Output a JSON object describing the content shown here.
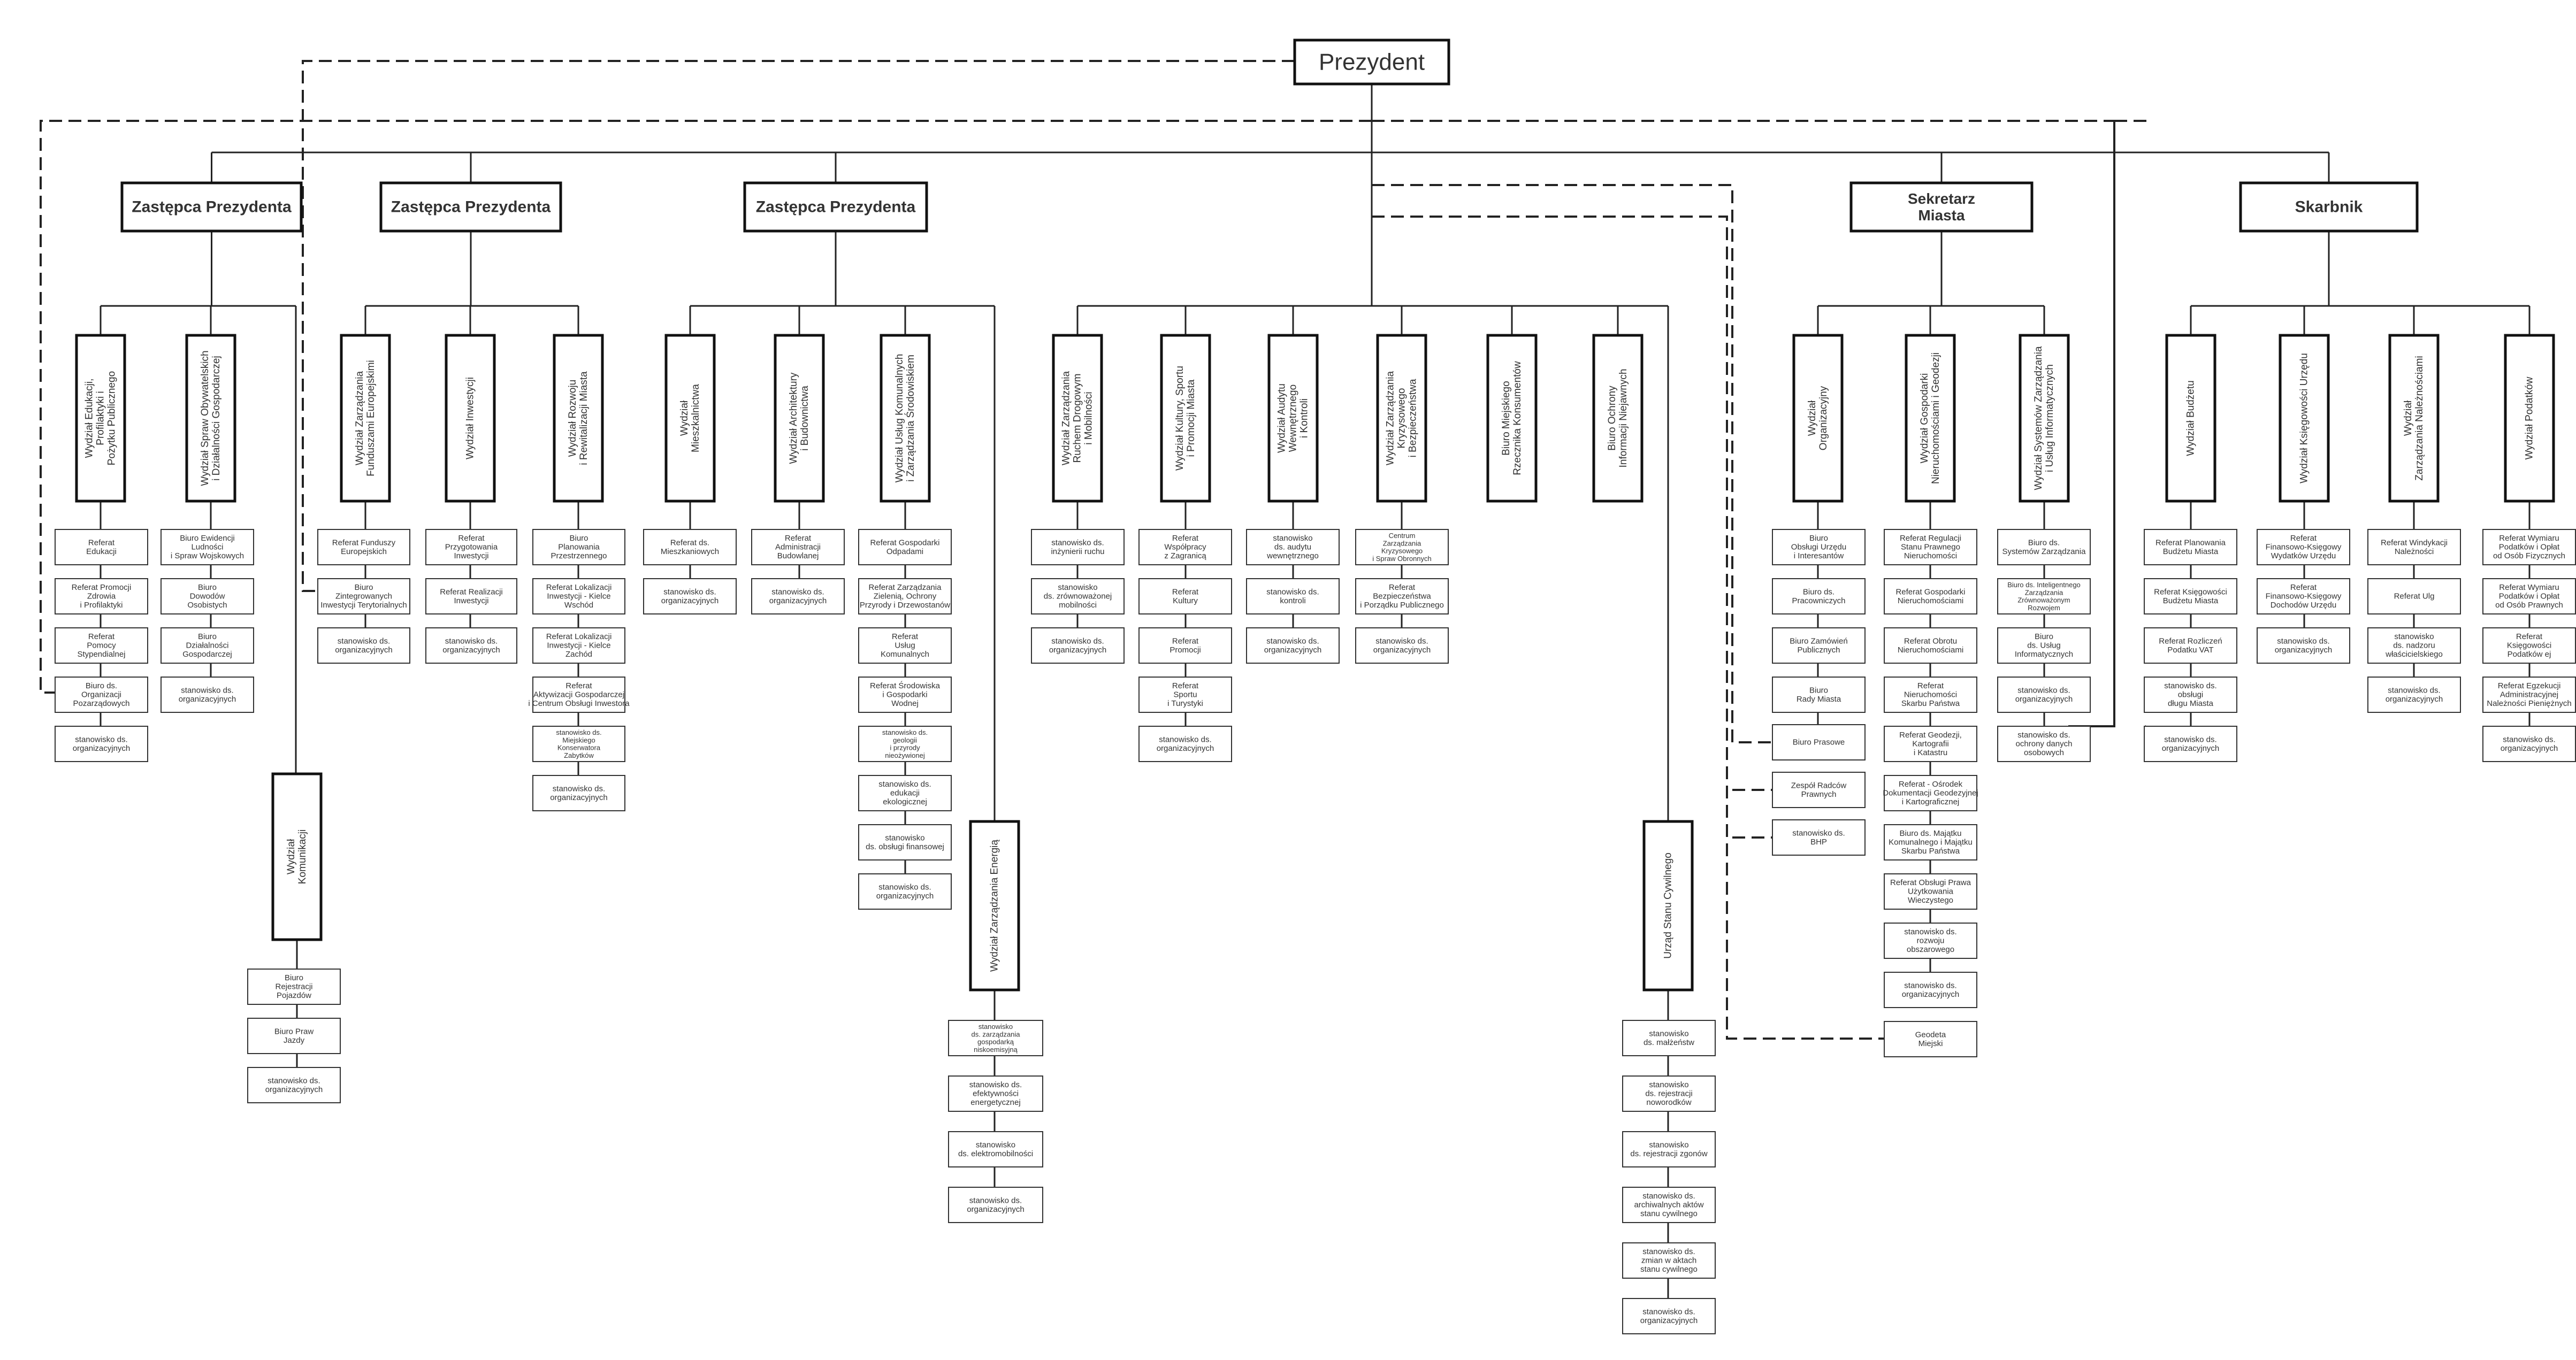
{
  "president": "Prezydent",
  "leaders": [
    {
      "title": [
        "Zastępca Prezydenta"
      ]
    },
    {
      "title": [
        "Zastępca Prezydenta"
      ]
    },
    {
      "title": [
        "Zastępca Prezydenta"
      ]
    },
    {
      "title": [
        "Sekretarz",
        "Miasta"
      ]
    },
    {
      "title": [
        "Skarbnik"
      ]
    }
  ],
  "departments": [
    {
      "title": [
        "Wydział Edukacji,",
        "Profilaktyki i",
        "Pożytku Publicznego"
      ],
      "units": [
        [
          "Referat",
          "Edukacji"
        ],
        [
          "Referat Promocji",
          "Zdrowia",
          "i Profilaktyki"
        ],
        [
          "Referat",
          "Pomocy",
          "Stypendialnej"
        ],
        [
          "Biuro ds.",
          "Organizacji",
          "Pozarządowych"
        ],
        [
          "stanowisko ds.",
          "organizacyjnych"
        ]
      ]
    },
    {
      "title": [
        "Wydział Spraw Obywatelskich",
        "i Działalności Gospodarczej"
      ],
      "units": [
        [
          "Biuro Ewidencji",
          "Ludności",
          "i Spraw Wojskowych"
        ],
        [
          "Biuro",
          "Dowodów",
          "Osobistych"
        ],
        [
          "Biuro",
          "Działalności",
          "Gospodarczej"
        ],
        [
          "stanowisko ds.",
          "organizacyjnych"
        ]
      ]
    },
    {
      "title": [
        "Wydział",
        "Komunikacji"
      ],
      "units": [
        [
          "Biuro",
          "Rejestracji",
          "Pojazdów"
        ],
        [
          "Biuro Praw",
          "Jazdy"
        ],
        [
          "stanowisko ds.",
          "organizacyjnych"
        ]
      ]
    },
    {
      "title": [
        "Wydział Zarządzania",
        "Funduszami Europejskimi"
      ],
      "units": [
        [
          "Referat Funduszy",
          "Europejskich"
        ],
        [
          "Biuro",
          "Zintegrowanych",
          "Inwestycji Terytorialnych"
        ],
        [
          "stanowisko ds.",
          "organizacyjnych"
        ]
      ]
    },
    {
      "title": [
        "Wydział Inwestycji"
      ],
      "units": [
        [
          "Referat",
          "Przygotowania",
          "Inwestycji"
        ],
        [
          "Referat Realizacji",
          "Inwestycji"
        ],
        [
          "stanowisko ds.",
          "organizacyjnych"
        ]
      ]
    },
    {
      "title": [
        "Wydział Rozwoju",
        "i Rewitalizacji Miasta"
      ],
      "units": [
        [
          "Biuro",
          "Planowania",
          "Przestrzennego"
        ],
        [
          "Referat Lokalizacji",
          "Inwestycji - Kielce",
          "Wschód"
        ],
        [
          "Referat Lokalizacji",
          "Inwestycji - Kielce",
          "Zachód"
        ],
        [
          "Referat",
          "Aktywizacji Gospodarczej",
          "i Centrum Obsługi Inwestora"
        ],
        [
          "stanowisko ds.",
          "Miejskiego",
          "Konserwatora",
          "Zabytków"
        ],
        [
          "stanowisko ds.",
          "organizacyjnych"
        ]
      ]
    },
    {
      "title": [
        "Wydział",
        "Mieszkalnictwa"
      ],
      "units": [
        [
          "Referat ds.",
          "Mieszkaniowych"
        ],
        [
          "stanowisko ds.",
          "organizacyjnych"
        ]
      ]
    },
    {
      "title": [
        "Wydział Architektury",
        "i Budownictwa"
      ],
      "units": [
        [
          "Referat",
          "Administracji",
          "Budowlanej"
        ],
        [
          "stanowisko ds.",
          "organizacyjnych"
        ]
      ]
    },
    {
      "title": [
        "Wydział Usług Komunalnych",
        "i Zarządzania Środowiskiem"
      ],
      "units": [
        [
          "Referat Gospodarki",
          "Odpadami"
        ],
        [
          "Referat Zarządzania",
          "Zielenią, Ochrony",
          "Przyrody i Drzewostanów"
        ],
        [
          "Referat",
          "Usług",
          "Komunalnych"
        ],
        [
          "Referat Środowiska",
          "i Gospodarki",
          "Wodnej"
        ],
        [
          "stanowisko ds.",
          "geologii",
          "i przyrody",
          "nieożywionej"
        ],
        [
          "stanowisko ds.",
          "edukacji",
          "ekologicznej"
        ],
        [
          "stanowisko",
          "ds. obsługi finansowej"
        ],
        [
          "stanowisko ds.",
          "organizacyjnych"
        ]
      ]
    },
    {
      "title": [
        "Wydział Zarządzania Energią"
      ],
      "units": [
        [
          "stanowisko",
          "ds. zarządzania",
          "gospodarką",
          "niskoemisyjną"
        ],
        [
          "stanowisko ds.",
          "efektywności",
          "energetycznej"
        ],
        [
          "stanowisko",
          "ds. elektromobilności"
        ],
        [
          "stanowisko ds.",
          "organizacyjnych"
        ]
      ]
    },
    {
      "title": [
        "Wydział Zarządzania",
        "Ruchem Drogowym",
        "i Mobilności"
      ],
      "units": [
        [
          "stanowisko ds.",
          "inżynierii ruchu"
        ],
        [
          "stanowisko",
          "ds. zrównoważonej",
          "mobilności"
        ],
        [
          "stanowisko ds.",
          "organizacyjnych"
        ]
      ]
    },
    {
      "title": [
        "Wydział Kultury, Sportu",
        "i Promocji Miasta"
      ],
      "units": [
        [
          "Referat",
          "Współpracy",
          "z Zagranicą"
        ],
        [
          "Referat",
          "Kultury"
        ],
        [
          "Referat",
          "Promocji"
        ],
        [
          "Referat",
          "Sportu",
          "i Turystyki"
        ],
        [
          "stanowisko ds.",
          "organizacyjnych"
        ]
      ]
    },
    {
      "title": [
        "Wydział Audytu",
        "Wewnętrznego",
        "i Kontroli"
      ],
      "units": [
        [
          "stanowisko",
          "ds. audytu",
          "wewnętrznego"
        ],
        [
          "stanowisko ds.",
          "kontroli"
        ],
        [
          "stanowisko ds.",
          "organizacyjnych"
        ]
      ]
    },
    {
      "title": [
        "Wydział Zarządzania",
        "Kryzysowego",
        "i Bezpieczeństwa"
      ],
      "units": [
        [
          "Centrum",
          "Zarządzania",
          "Kryzysowego",
          "i Spraw Obronnych"
        ],
        [
          "Referat",
          "Bezpieczeństwa",
          "i Porządku Publicznego"
        ],
        [
          "stanowisko ds.",
          "organizacyjnych"
        ]
      ]
    },
    {
      "title": [
        "Biuro Miejskiego",
        "Rzecznika Konsumentów"
      ],
      "units": []
    },
    {
      "title": [
        "Biuro Ochrony",
        "Informacji Niejawnych"
      ],
      "units": []
    },
    {
      "title": [
        "Urząd Stanu Cywilnego"
      ],
      "units": [
        [
          "stanowisko",
          "ds. małżeństw"
        ],
        [
          "stanowisko",
          "ds. rejestracji",
          "noworodków"
        ],
        [
          "stanowisko",
          "ds. rejestracji zgonów"
        ],
        [
          "stanowisko ds.",
          "archiwalnych aktów",
          "stanu cywilnego"
        ],
        [
          "stanowisko ds.",
          "zmian w aktach",
          "stanu cywilnego"
        ],
        [
          "stanowisko ds.",
          "organizacyjnych"
        ]
      ]
    },
    {
      "title": [
        "Wydział",
        "Organizacyjny"
      ],
      "units": [
        [
          "Biuro",
          "Obsługi Urzędu",
          "i Interesantów"
        ],
        [
          "Biuro ds.",
          "Pracowniczych"
        ],
        [
          "Biuro Zamówień",
          "Publicznych"
        ],
        [
          "Biuro",
          "Rady Miasta"
        ]
      ]
    },
    {
      "title": [
        "Wydział Gospodarki",
        "Nieruchomościami i Geodezji"
      ],
      "units": [
        [
          "Referat Regulacji",
          "Stanu Prawnego",
          "Nieruchomości"
        ],
        [
          "Referat Gospodarki",
          "Nieruchomościami"
        ],
        [
          "Referat Obrotu",
          "Nieruchomościami"
        ],
        [
          "Referat",
          "Nieruchomości",
          "Skarbu Państwa"
        ],
        [
          "Referat Geodezji,",
          "Kartografii",
          "i Katastru"
        ],
        [
          "Referat - Ośrodek",
          "Dokumentacji Geodezyjnej",
          "i Kartograficznej"
        ],
        [
          "Biuro ds. Majątku",
          "Komunalnego i Majątku",
          "Skarbu Państwa"
        ],
        [
          "Referat Obsługi Prawa",
          "Użytkowania",
          "Wieczystego"
        ],
        [
          "stanowisko ds.",
          "rozwoju",
          "obszarowego"
        ],
        [
          "stanowisko ds.",
          "organizacyjnych"
        ]
      ]
    },
    {
      "title": [
        "Wydział Systemów Zarządzania",
        "i Usług Informatycznych"
      ],
      "units": [
        [
          "Biuro ds.",
          "Systemów Zarządzania"
        ],
        [
          "Biuro ds. Inteligentnego",
          "Zarządzania",
          "Zrównoważonym",
          "Rozwojem"
        ],
        [
          "Biuro",
          "ds. Usług",
          "Informatycznych"
        ],
        [
          "stanowisko ds.",
          "organizacyjnych"
        ],
        [
          "stanowisko ds.",
          "ochrony danych",
          "osobowych"
        ]
      ]
    },
    {
      "title": [
        "Wydział Budżetu"
      ],
      "units": [
        [
          "Referat Planowania",
          "Budżetu Miasta"
        ],
        [
          "Referat Księgowości",
          "Budżetu Miasta"
        ],
        [
          "Referat Rozliczeń",
          "Podatku VAT"
        ],
        [
          "stanowisko ds.",
          "obsługi",
          "długu Miasta"
        ],
        [
          "stanowisko ds.",
          "organizacyjnych"
        ]
      ]
    },
    {
      "title": [
        "Wydział Księgowości Urzędu"
      ],
      "units": [
        [
          "Referat",
          "Finansowo-Księgowy",
          "Wydatków Urzędu"
        ],
        [
          "Referat",
          "Finansowo-Księgowy",
          "Dochodów Urzędu"
        ],
        [
          "stanowisko ds.",
          "organizacyjnych"
        ]
      ]
    },
    {
      "title": [
        "Wydział",
        "Zarządzania Należnościami"
      ],
      "units": [
        [
          "Referat Windykacji",
          "Należności"
        ],
        [
          "Referat Ulg"
        ],
        [
          "stanowisko",
          "ds. nadzoru",
          "właścicielskiego"
        ],
        [
          "stanowisko ds.",
          "organizacyjnych"
        ]
      ]
    },
    {
      "title": [
        "Wydział Podatków"
      ],
      "units": [
        [
          "Referat Wymiaru",
          "Podatków i Opłat",
          "od Osób Fizycznych"
        ],
        [
          "Referat Wymiaru",
          "Podatków i Opłat",
          "od Osób Prawnych"
        ],
        [
          "Referat",
          "Księgowości",
          "Podatków ej"
        ],
        [
          "Referat Egzekucji",
          "Administracyjnej",
          "Należności Pieniężnych"
        ],
        [
          "stanowisko ds.",
          "organizacyjnych"
        ]
      ]
    }
  ],
  "secretary_direct_units": [
    [
      "Biuro Prasowe"
    ],
    [
      "Zespół Radców",
      "Prawnych"
    ],
    [
      "stanowisko ds.",
      "BHP"
    ],
    [
      "Geodeta",
      "Miejski"
    ]
  ]
}
